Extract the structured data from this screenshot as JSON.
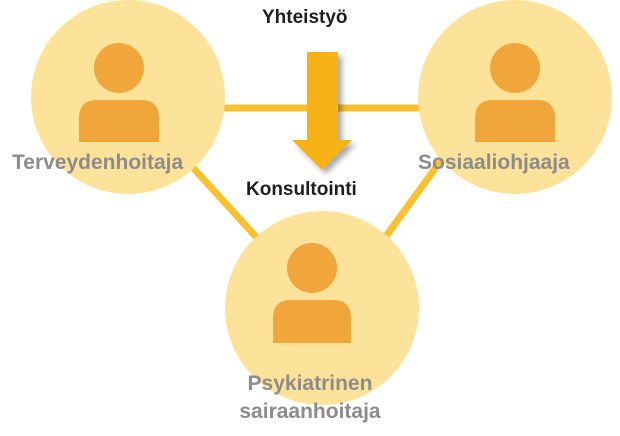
{
  "diagram": {
    "title": "Yhteistyö",
    "subtitle": "Konsultointi",
    "nodes": {
      "terveydenhoitaja": "Terveydenhoitaja",
      "sosiaaliohjaaja": "Sosiaaliohjaaja",
      "psyk_line1": "Psykiatrinen",
      "psyk_line2": "sairaanhoitaja"
    }
  },
  "colors": {
    "circle_fill": "#fde39a",
    "person_fill": "#f0a63b",
    "connector": "#fbc02d",
    "arrow": "#f7b318",
    "node_label": "#8c8c8c",
    "relation_label": "#1e1e1e"
  }
}
